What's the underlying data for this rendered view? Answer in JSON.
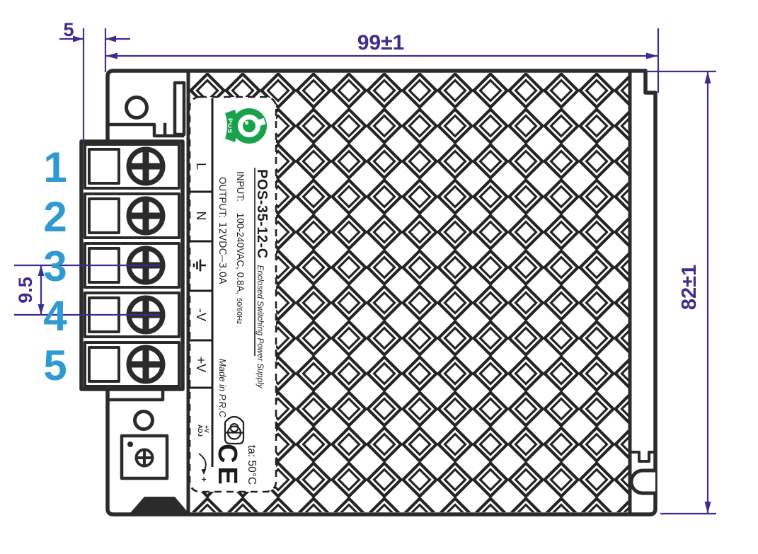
{
  "dimensions": {
    "width_top": "99±1",
    "height_right": "82±1",
    "terminal_pitch": "9.5",
    "terminal_offset": "5"
  },
  "terminals": [
    {
      "number": "1",
      "label": "L"
    },
    {
      "number": "2",
      "label": "N"
    },
    {
      "number": "3",
      "label": "⏚"
    },
    {
      "number": "4",
      "label": "-V"
    },
    {
      "number": "5",
      "label": "+V"
    }
  ],
  "label": {
    "logo_text": "POS",
    "model": "POS-35-12-C",
    "subtitle": "Enclosed Switching Power Supply",
    "input_label": "INPUT:",
    "input_value": "100-240VAC, 0.8A,",
    "input_freq": "50/60Hz",
    "output_label": "OUTPUT:",
    "output_value": "12VDC⎓3.0A",
    "made_in": "Made in P.R.C",
    "adj_top": "+V",
    "adj_bottom": "ADJ",
    "adj_plus": "+",
    "ce_mark": "CE",
    "ambient": "ta: 50°C"
  },
  "colors": {
    "dimension_purple": "#3a2f8e",
    "terminal_number_blue": "#2f9ad2",
    "outline_dark": "#2b2b2b",
    "label_ink": "#1f1f1f",
    "logo_green": "#18a24c"
  }
}
